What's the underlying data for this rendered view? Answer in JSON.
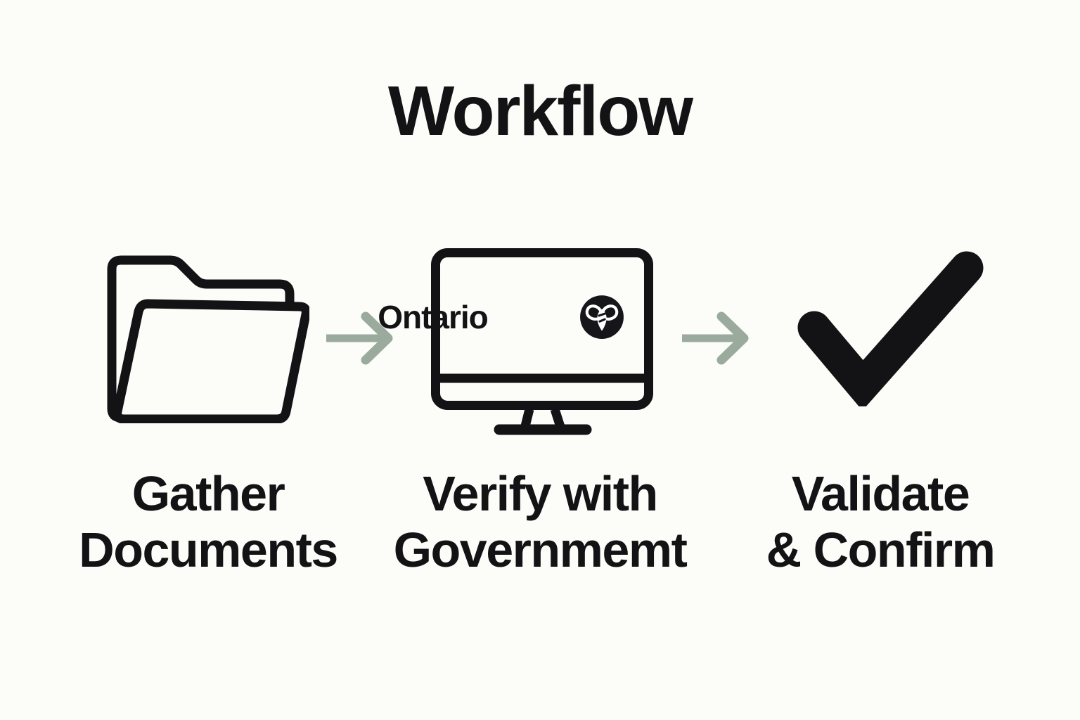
{
  "title": "Workflow",
  "colors": {
    "bg": "#fcfcf9",
    "ink": "#131316",
    "arrow": "#9aab9d",
    "logo-bg": "#15151a",
    "logo-fg": "#ffffff"
  },
  "steps": [
    {
      "icon": "folder-icon",
      "label": "Gather\nDocuments"
    },
    {
      "icon": "monitor-icon",
      "label": "Verify with\nGovernmemt",
      "screen_text": "Ontario",
      "screen_logo": "ontario-trillium-icon"
    },
    {
      "icon": "checkmark-icon",
      "label": "Validate\n& Confirm"
    }
  ],
  "arrows": [
    {
      "icon": "arrow-right-icon"
    },
    {
      "icon": "arrow-right-icon"
    }
  ]
}
